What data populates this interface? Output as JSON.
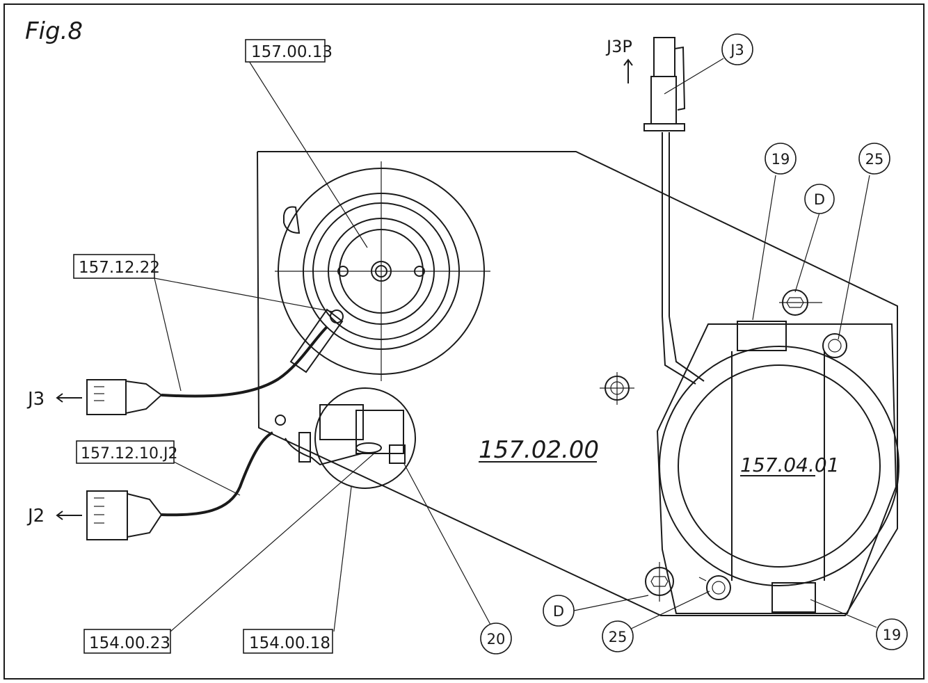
{
  "figure": {
    "title": "Fig.8"
  },
  "part_labels": {
    "top_hub": "157.00.13",
    "cable_j3": "157.12.22",
    "cable_j2": "157.12.10.J2",
    "bottom_left_a": "154.00.23",
    "bottom_left_b": "154.00.18"
  },
  "part_numbers_inline": {
    "main_plate": "157.02.00",
    "round_assembly": "157.04.01"
  },
  "connectors": {
    "j3_arrow": "J3",
    "j2_arrow": "J2",
    "j3p": "J3P"
  },
  "callouts": {
    "j3": "J3",
    "nineteen_top": "19",
    "twentyfive_top": "25",
    "d_top": "D",
    "d_bottom": "D",
    "twentyfive_bottom": "25",
    "twenty": "20",
    "nineteen_bottom": "19"
  },
  "colors": {
    "ink": "#1a1a1a",
    "paper": "#ffffff"
  }
}
